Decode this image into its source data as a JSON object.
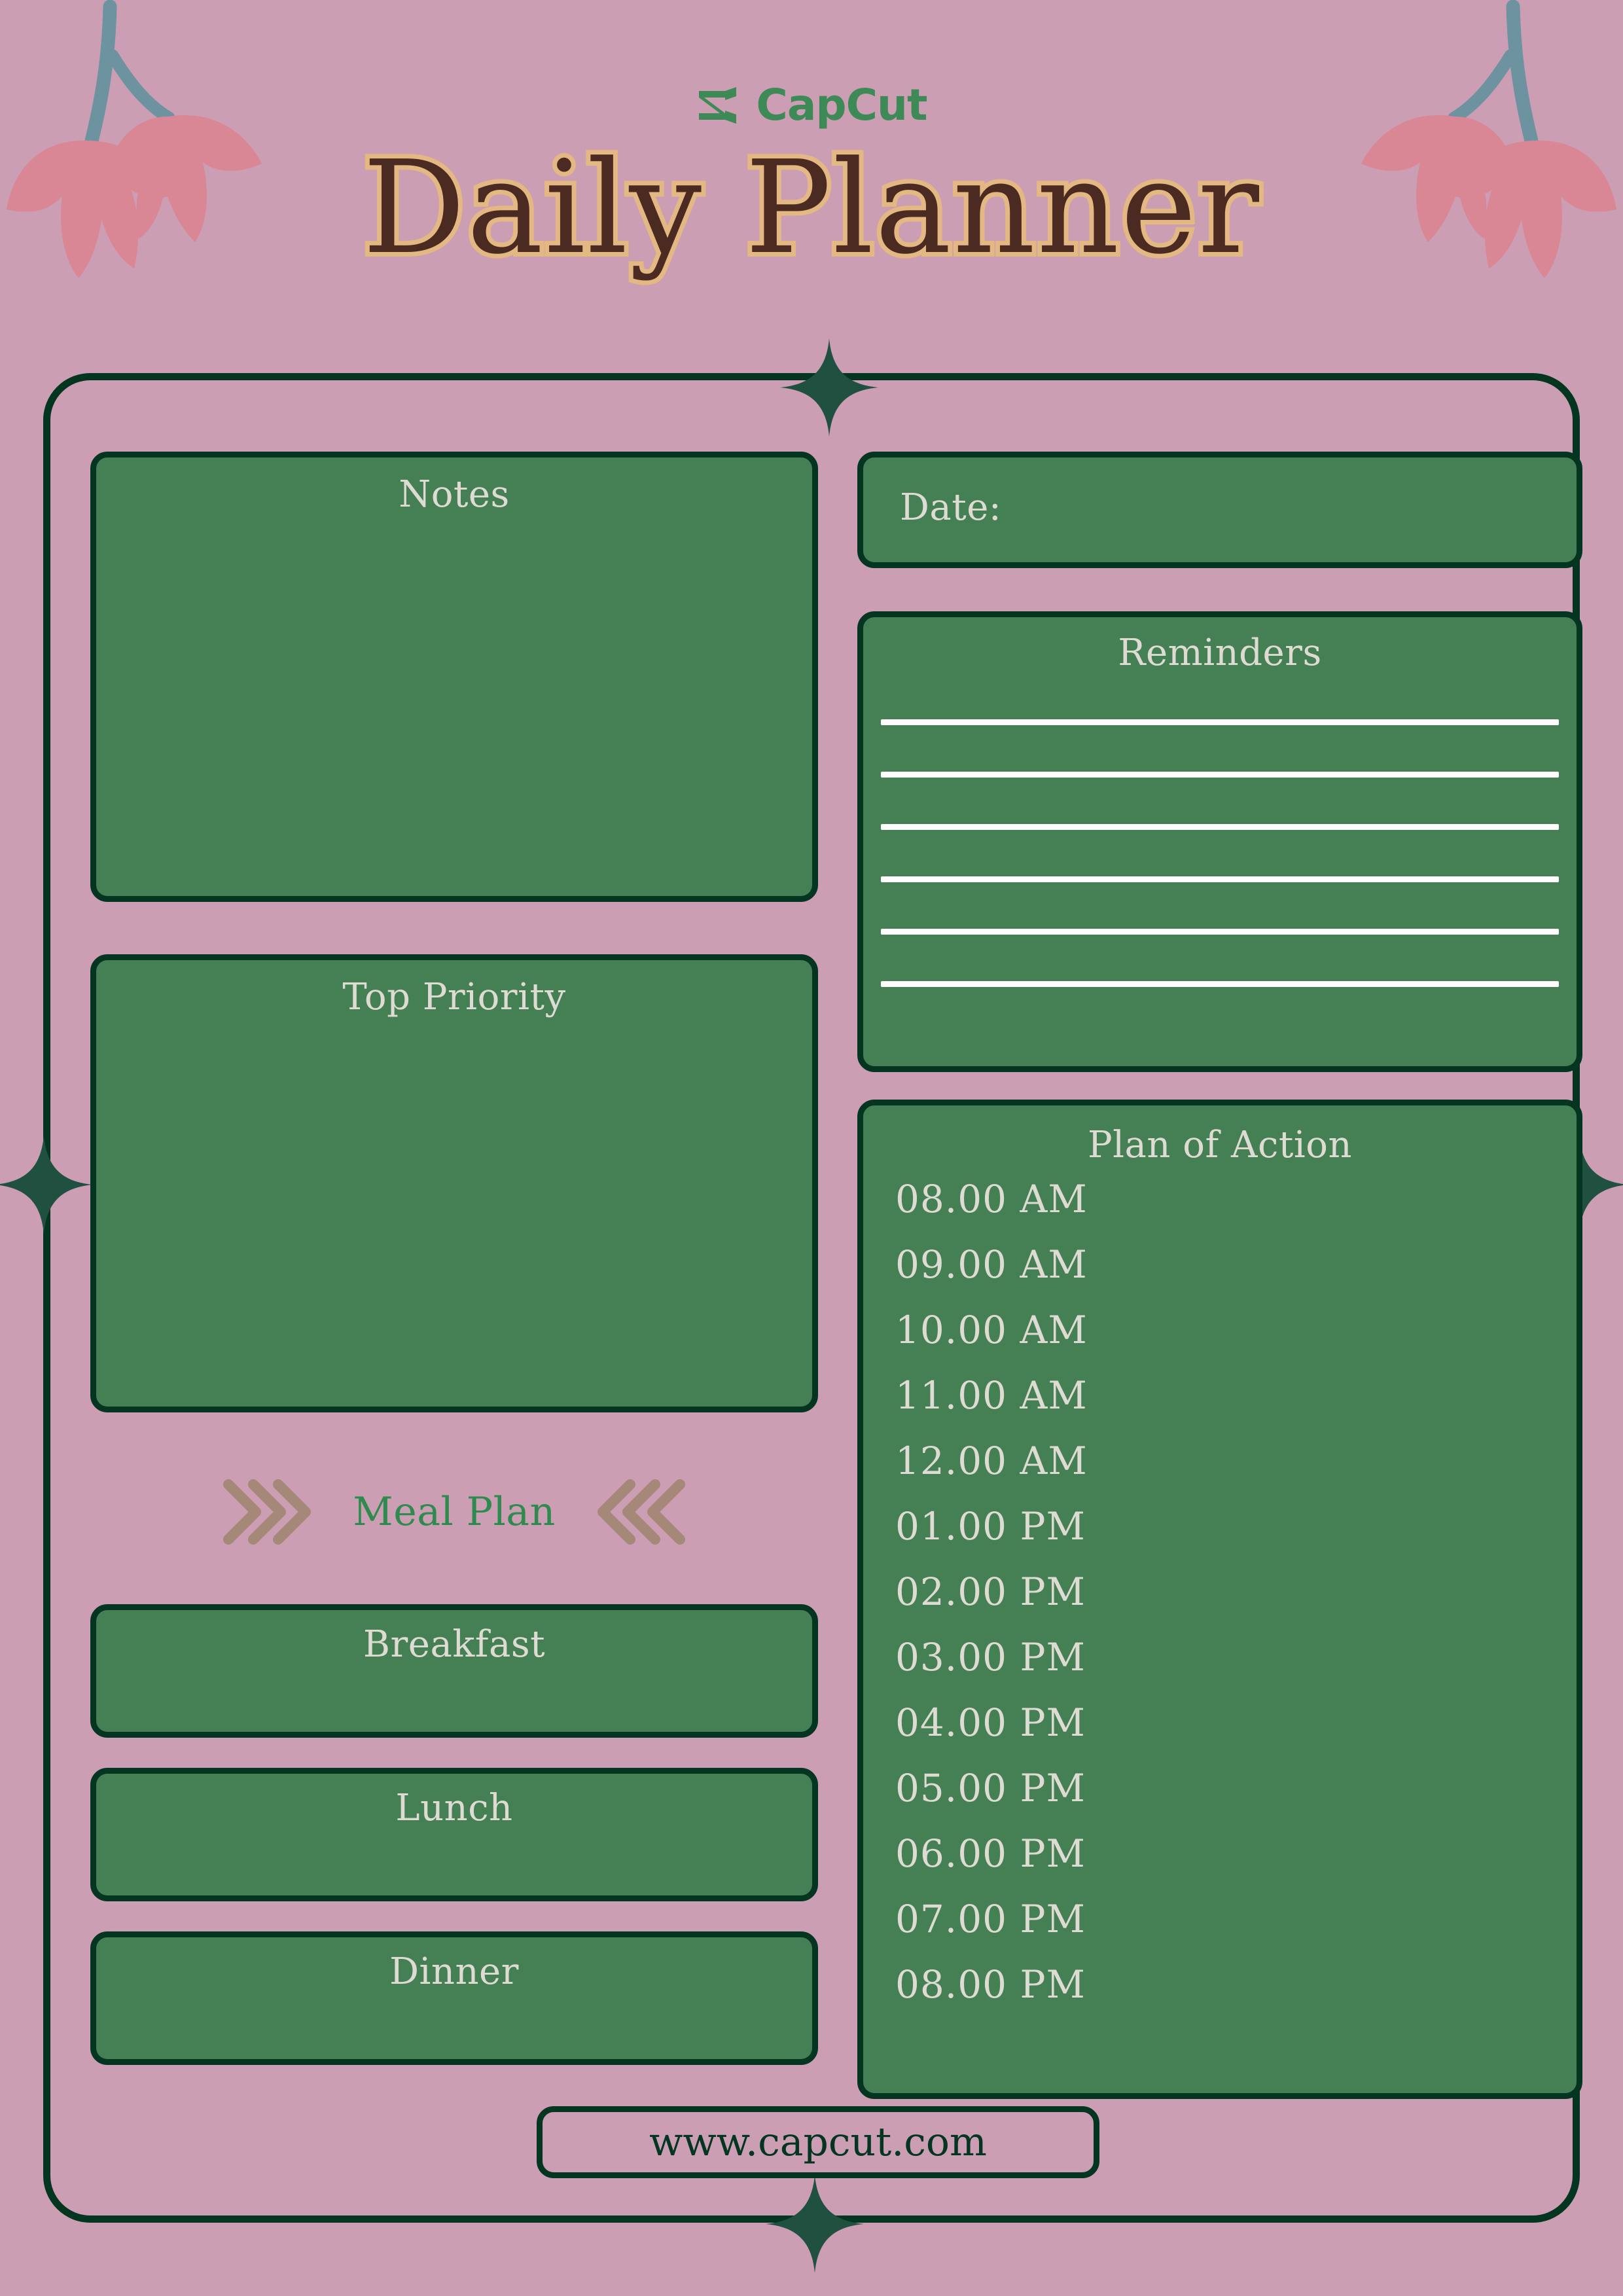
{
  "brand": {
    "logo_text": "CapCut",
    "logo_icon": "capcut-logo-icon"
  },
  "title": "Daily Planner",
  "decor": {
    "flower_left": "tulip-flowers-icon",
    "flower_right": "tulip-flowers-icon",
    "sparkle_top": "sparkle-icon",
    "sparkle_left": "sparkle-icon",
    "sparkle_right": "sparkle-icon",
    "sparkle_bottom": "sparkle-icon",
    "chevron_left": "chevrons-right-icon",
    "chevron_right": "chevrons-left-icon"
  },
  "left_column": {
    "notes_label": "Notes",
    "priority_label": "Top Priority",
    "meal_plan_label": "Meal Plan",
    "meals": [
      {
        "label": "Breakfast"
      },
      {
        "label": "Lunch"
      },
      {
        "label": "Dinner"
      }
    ]
  },
  "right_column": {
    "date_label": "Date:",
    "reminders_label": "Reminders",
    "reminders_line_count": 6,
    "plan_label": "Plan of Action",
    "plan_times": [
      "08.00 AM",
      "09.00 AM",
      "10.00 AM",
      "11.00 AM",
      "12.00 AM",
      "01.00 PM",
      "02.00 PM",
      "03.00 PM",
      "04.00 PM",
      "05.00 PM",
      "06.00 PM",
      "07.00 PM",
      "08.00 PM"
    ]
  },
  "footer": {
    "url": "www.capcut.com"
  },
  "colors": {
    "background_pink": "#CC9EB3",
    "card_green": "#457F54",
    "border_dark_green": "#033520",
    "title_brown": "#4B2A22",
    "title_outline_tan": "#E4B882",
    "label_cream": "#DEDCD2",
    "brand_green": "#3E8A56",
    "meal_plan_green": "#2F8A4F",
    "chevron_tan": "#A68878",
    "flower_pink": "#D98795",
    "stem_blue": "#6E93A0"
  }
}
